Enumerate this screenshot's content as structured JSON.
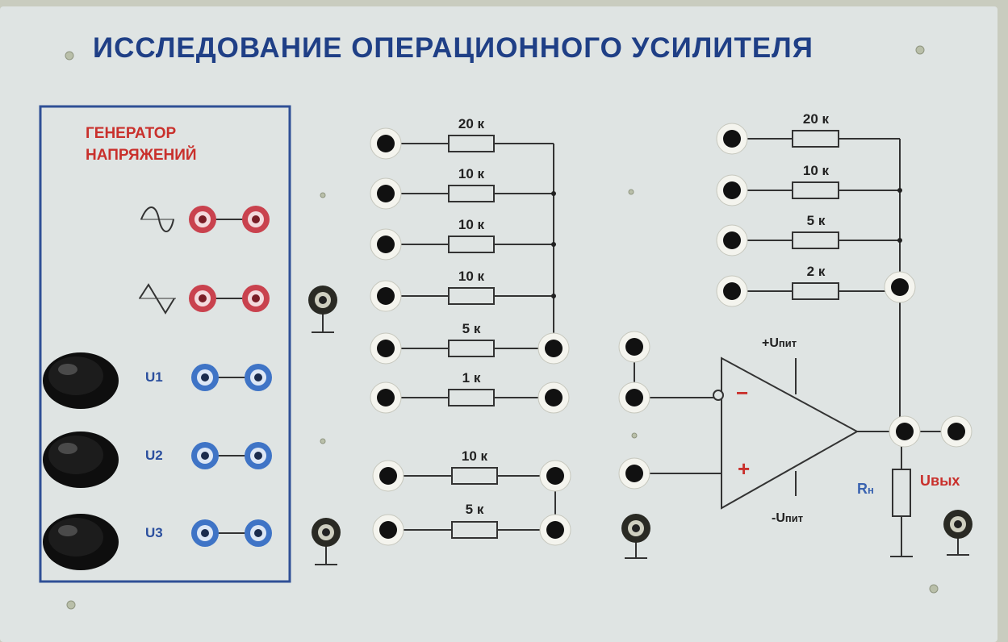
{
  "title": "ИССЛЕДОВАНИЕ ОПЕРАЦИОННОГО УСИЛИТЕЛЯ",
  "generator": {
    "title_line1": "ГЕНЕРАТОР",
    "title_line2": "НАПРЯЖЕНИЙ",
    "u1": "U1",
    "u2": "U2",
    "u3": "U3"
  },
  "input_resistors": [
    "20 к",
    "10 к",
    "10 к",
    "10 к",
    "5 к",
    "1 к"
  ],
  "noninv_resistors": [
    "10 к",
    "5 к"
  ],
  "feedback_resistors": [
    "20 к",
    "10 к",
    "5 к",
    "2 к"
  ],
  "opamp": {
    "plus_supply": "+U",
    "plus_supply_sub": "пит",
    "minus_supply": "-U",
    "minus_supply_sub": "пит",
    "minus_sign": "−",
    "plus_sign": "+"
  },
  "load": {
    "r": "R",
    "r_sub": "н",
    "out": "Uвых"
  },
  "colors": {
    "title": "#1f3f86",
    "generator_title": "#c9302c",
    "red_jack": "#c9424e",
    "blue_jack": "#3f74c6",
    "panel": "#dfe4e3"
  }
}
